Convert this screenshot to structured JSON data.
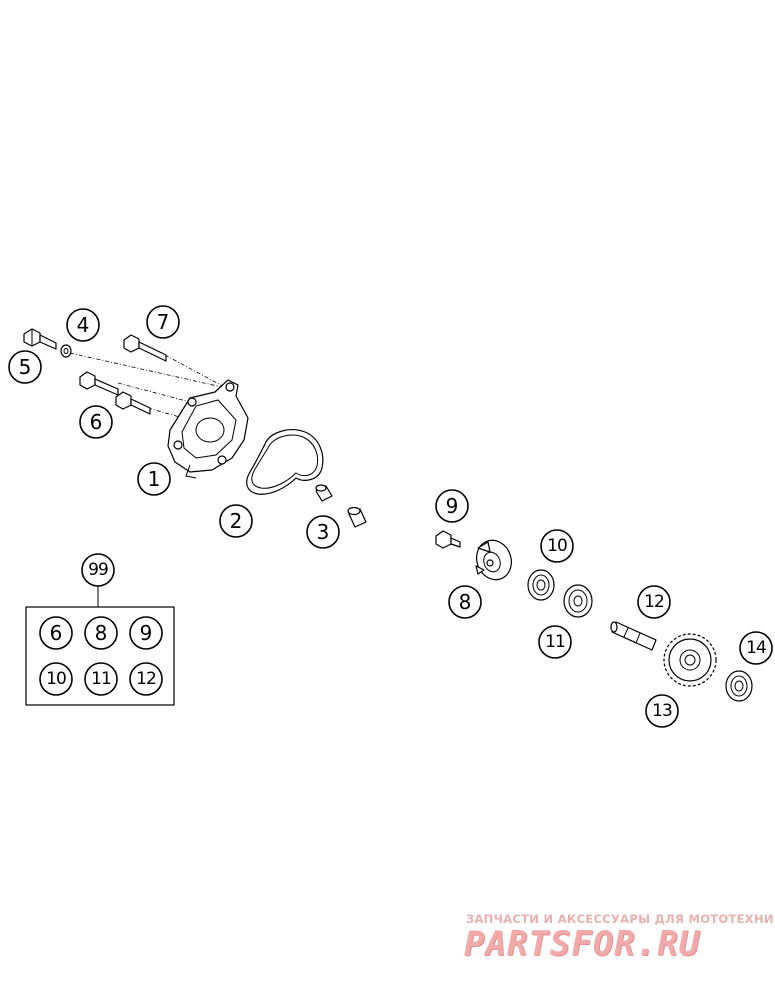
{
  "callouts": [
    {
      "id": "c1",
      "label": "1"
    },
    {
      "id": "c2",
      "label": "2"
    },
    {
      "id": "c3",
      "label": "3"
    },
    {
      "id": "c4",
      "label": "4"
    },
    {
      "id": "c5",
      "label": "5"
    },
    {
      "id": "c6",
      "label": "6"
    },
    {
      "id": "c7",
      "label": "7"
    },
    {
      "id": "c8",
      "label": "8"
    },
    {
      "id": "c9",
      "label": "9"
    },
    {
      "id": "c10",
      "label": "10"
    },
    {
      "id": "c11",
      "label": "11"
    },
    {
      "id": "c12",
      "label": "12"
    },
    {
      "id": "c13",
      "label": "13"
    },
    {
      "id": "c14",
      "label": "14"
    },
    {
      "id": "c99",
      "label": "99"
    }
  ],
  "kit": {
    "label": "99",
    "contents": [
      "6",
      "8",
      "9",
      "10",
      "11",
      "12"
    ]
  },
  "watermark": {
    "tagline": "ЗАПЧАСТИ И АКСЕССУАРЫ ДЛЯ МОТОТЕХНИКИ",
    "logo": "PARTSFOR.RU",
    "color": "#f2a9a9"
  }
}
